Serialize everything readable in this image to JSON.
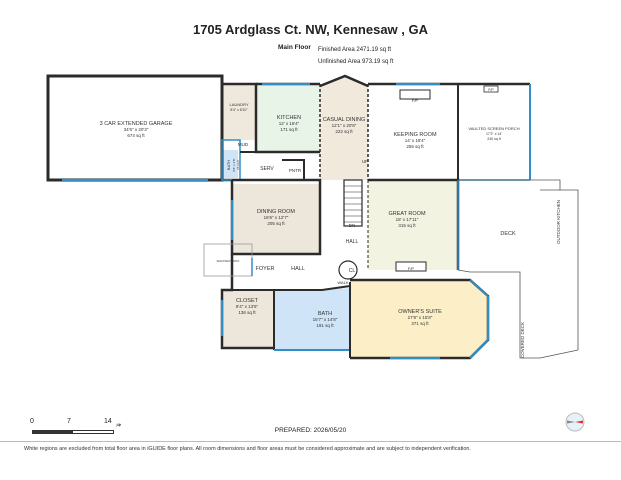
{
  "header": {
    "title": "1705 Ardglass Ct. NW, Kennesaw , GA",
    "floor_name": "Main Floor",
    "finished_area": "Finished Area 2471.19 sq ft",
    "unfinished_area": "Unfinished Area 973.19 sq ft"
  },
  "rooms": {
    "garage": {
      "name": "3 CAR EXTENDED GARAGE",
      "dims": "34'6\" x 20'3\"",
      "area": "674 sq ft"
    },
    "laundry": {
      "name": "LAUNDRY",
      "dims": "8'4\" x 8'10\""
    },
    "mud": {
      "name": "MUD"
    },
    "bath_small": {
      "name": "BATH",
      "dims": "8'8\" x 3'8\"",
      "area": "25 sq ft"
    },
    "kitchen": {
      "name": "KITCHEN",
      "dims": "12' x 16'4\"",
      "area": "171 sq ft"
    },
    "serv": {
      "name": "SERV"
    },
    "pntr": {
      "name": "PNTR"
    },
    "casual_dining": {
      "name": "CASUAL DINING",
      "dims": "12'1\" x 20'8\"",
      "area": "222 sq ft"
    },
    "keeping_room": {
      "name": "KEEPING ROOM",
      "dims": "14' x 18'4\"",
      "area": "256 sq ft"
    },
    "vaulted_porch": {
      "name": "VAULTED SCREEN PORCH",
      "dims": "17'2\" x 14'",
      "area": "240 sq ft"
    },
    "dining_room": {
      "name": "DINING ROOM",
      "dims": "16'6\" x 12'7\"",
      "area": "205 sq ft"
    },
    "great_room": {
      "name": "GREAT ROOM",
      "dims": "18' x 17'11\"",
      "area": "315 sq ft"
    },
    "foyer": {
      "name": "FOYER"
    },
    "hall_main": {
      "name": "HALL"
    },
    "hall_stairs": {
      "name": "HALL"
    },
    "cl": {
      "name": "CL"
    },
    "closet": {
      "name": "CLOSET",
      "dims": "9'4\" x 13'5\"",
      "area": "136 sq ft"
    },
    "bath_owner": {
      "name": "BATH",
      "dims": "16'7\" x 14'8\"",
      "area": "191 sq ft"
    },
    "owners_suite": {
      "name": "OWNER'S SUITE",
      "dims": "27'8\" x 15'8\"",
      "area": "371 sq ft"
    },
    "deck": {
      "name": "DECK"
    },
    "covered_deck": {
      "name": "COVERED DECK"
    },
    "outdoor_kitchen": {
      "name": "OUTDOOR KITCHEN"
    },
    "walk": {
      "name": "WALK"
    }
  },
  "markers": {
    "fp": "F/P",
    "up": "UP",
    "dn": "DN",
    "walkway": "WALKWAY/PATIO"
  },
  "scale": {
    "t0": "0",
    "t1": "7",
    "t2": "14",
    "unit": "ft"
  },
  "prepared": "PREPARED: 2026/05/20",
  "footer": "White regions are excluded from total floor area in iGUIDE floor plans. All room dimensions and floor areas must be considered approximate and are subject to independent verification.",
  "colors": {
    "wall": "#2b2b2b",
    "window": "#2f8fc6",
    "kitchen_fill": "#e8f4e8",
    "dining_fill": "#ede6da",
    "great_fill": "#f3f3e2",
    "bath_fill": "#cfe4f6",
    "suite_fill": "#fcefc8"
  }
}
